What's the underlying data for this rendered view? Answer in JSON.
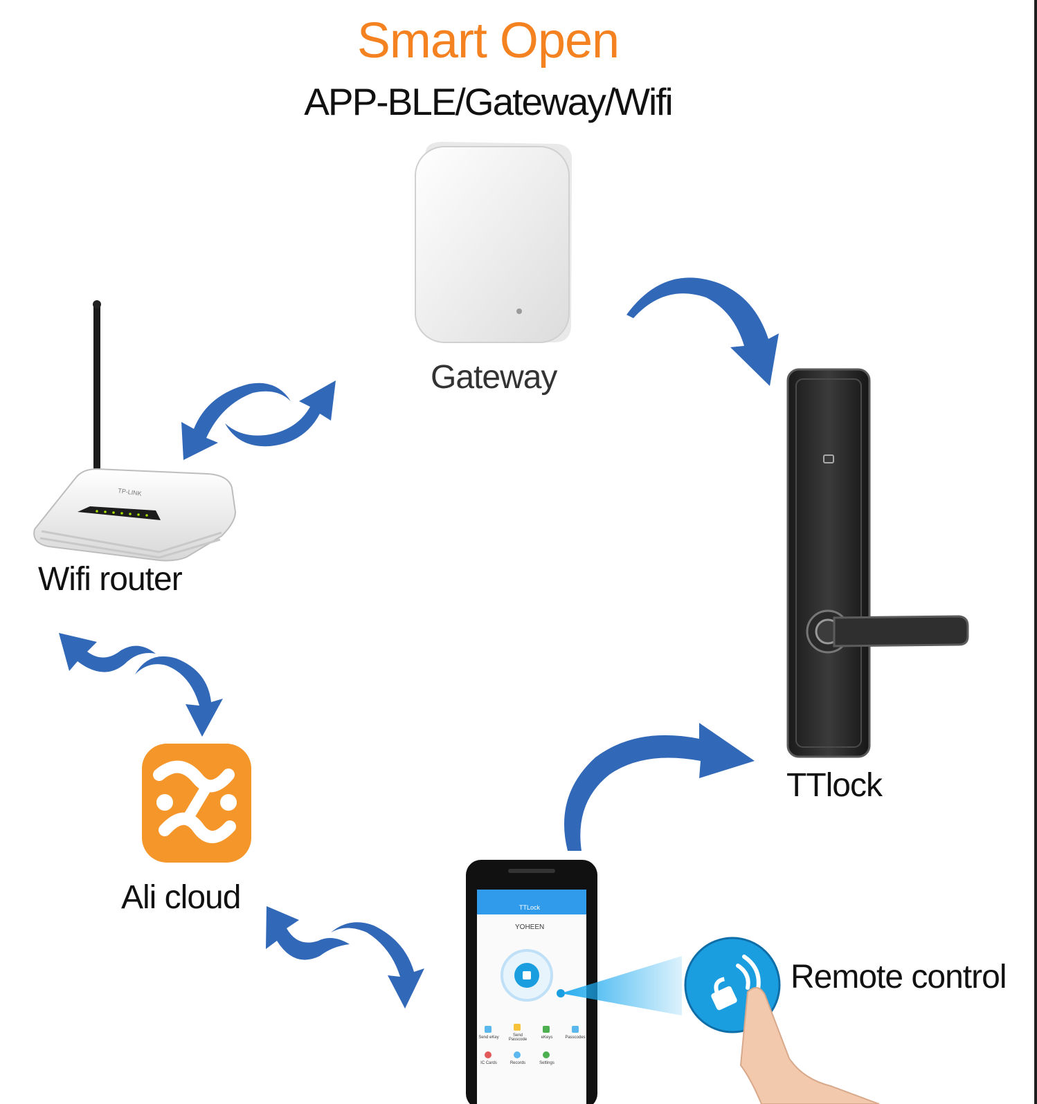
{
  "header": {
    "title": "Smart Open",
    "subtitle": "APP-BLE/Gateway/Wifi"
  },
  "nodes": {
    "gateway": "Gateway",
    "router": "Wifi router",
    "cloud": "Ali cloud",
    "lock": "TTlock",
    "remote": "Remote control"
  },
  "router_brand": "TP-LINK",
  "phone": {
    "app_title": "TTLock",
    "user": "YOHEEN",
    "menu": [
      "Send eKey",
      "Send Passcode",
      "eKeys",
      "Passcodes",
      "IC Cards",
      "Records",
      "Settings"
    ]
  },
  "colors": {
    "title": "#f58220",
    "arrow": "#3168b8",
    "cloud_logo": "#f5962a",
    "remote_button": "#1a9ee0"
  }
}
